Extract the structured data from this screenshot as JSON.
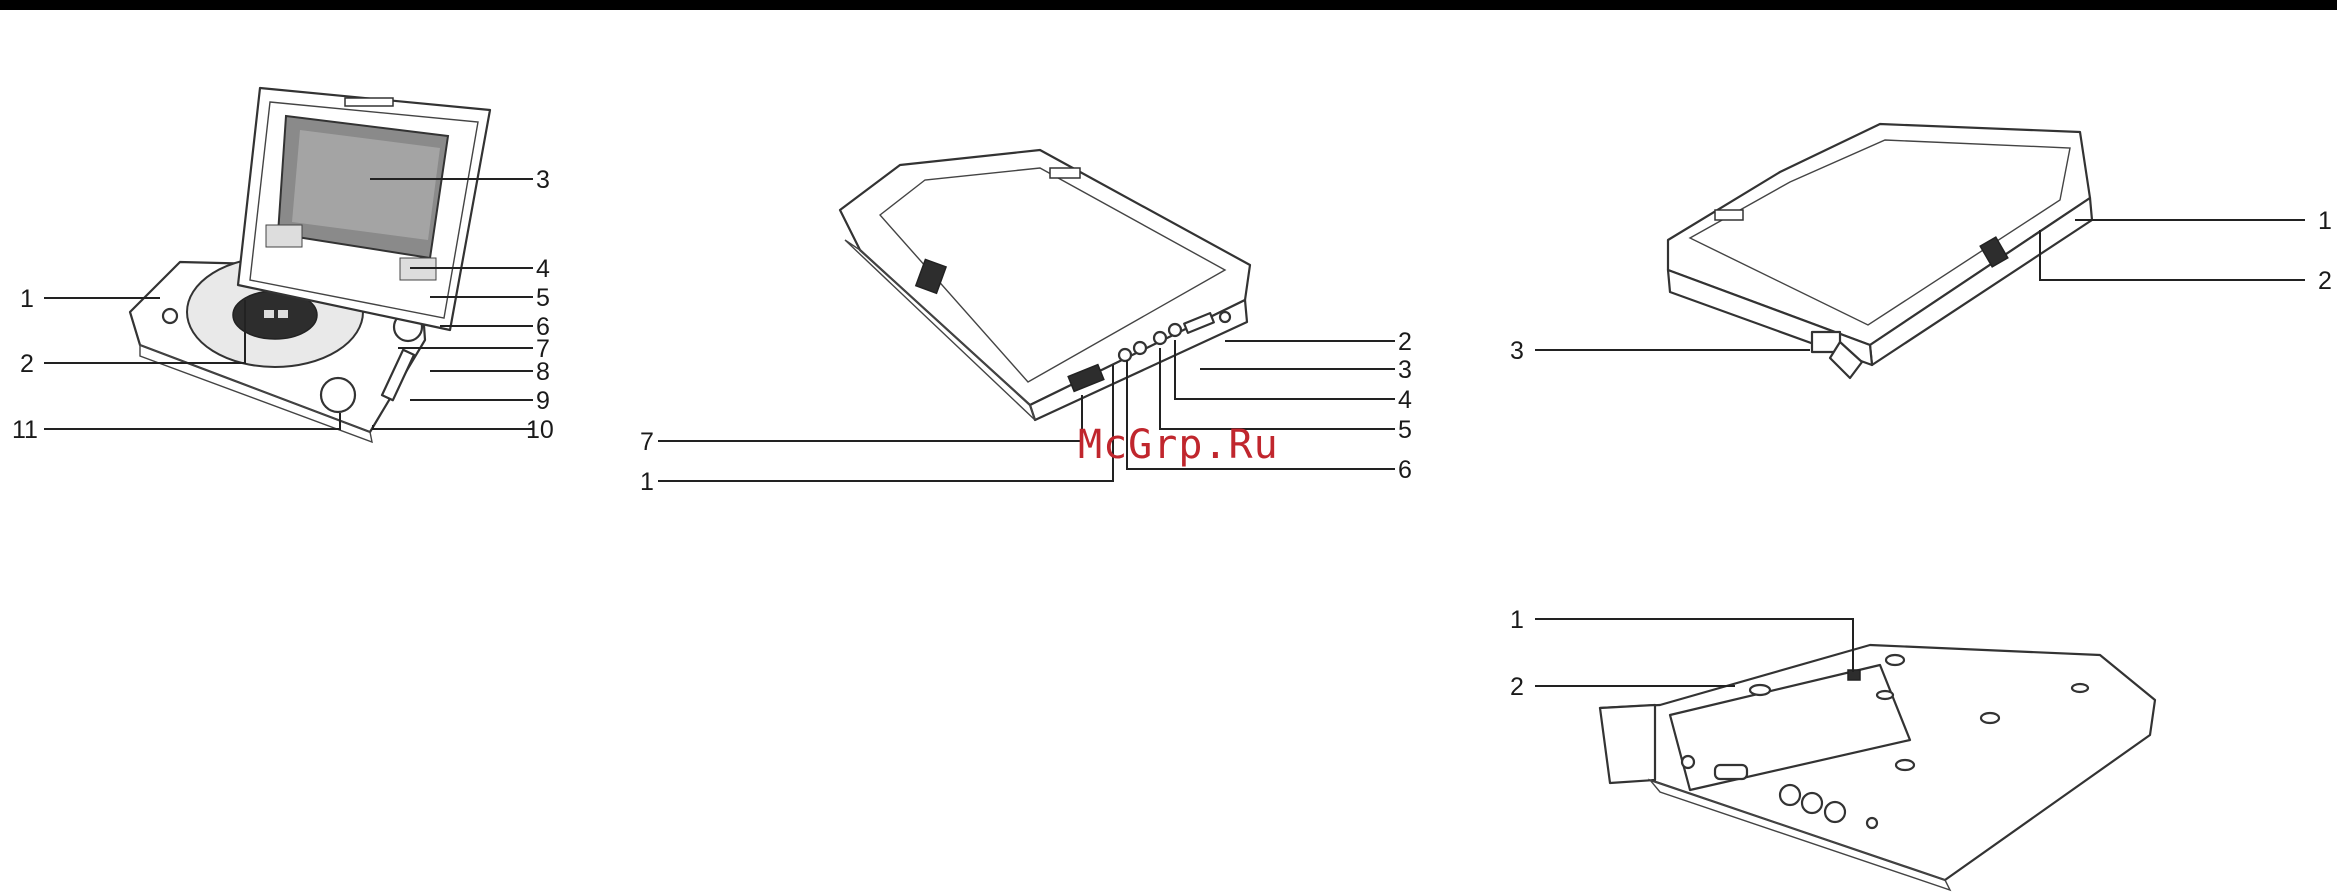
{
  "watermark": "McGrp.Ru",
  "figures": [
    {
      "id": "open-player",
      "callouts": [
        "1",
        "2",
        "3",
        "4",
        "5",
        "6",
        "7",
        "8",
        "9",
        "10",
        "11"
      ]
    },
    {
      "id": "right-side",
      "callouts": [
        "7",
        "1",
        "2",
        "3",
        "4",
        "5",
        "6"
      ]
    },
    {
      "id": "left-side",
      "callouts": [
        "1",
        "2",
        "3"
      ]
    },
    {
      "id": "bottom",
      "callouts": [
        "1",
        "2"
      ]
    }
  ],
  "colors": {
    "ink": "#333333",
    "watermark": "#c0262d",
    "bar": "#000000"
  }
}
